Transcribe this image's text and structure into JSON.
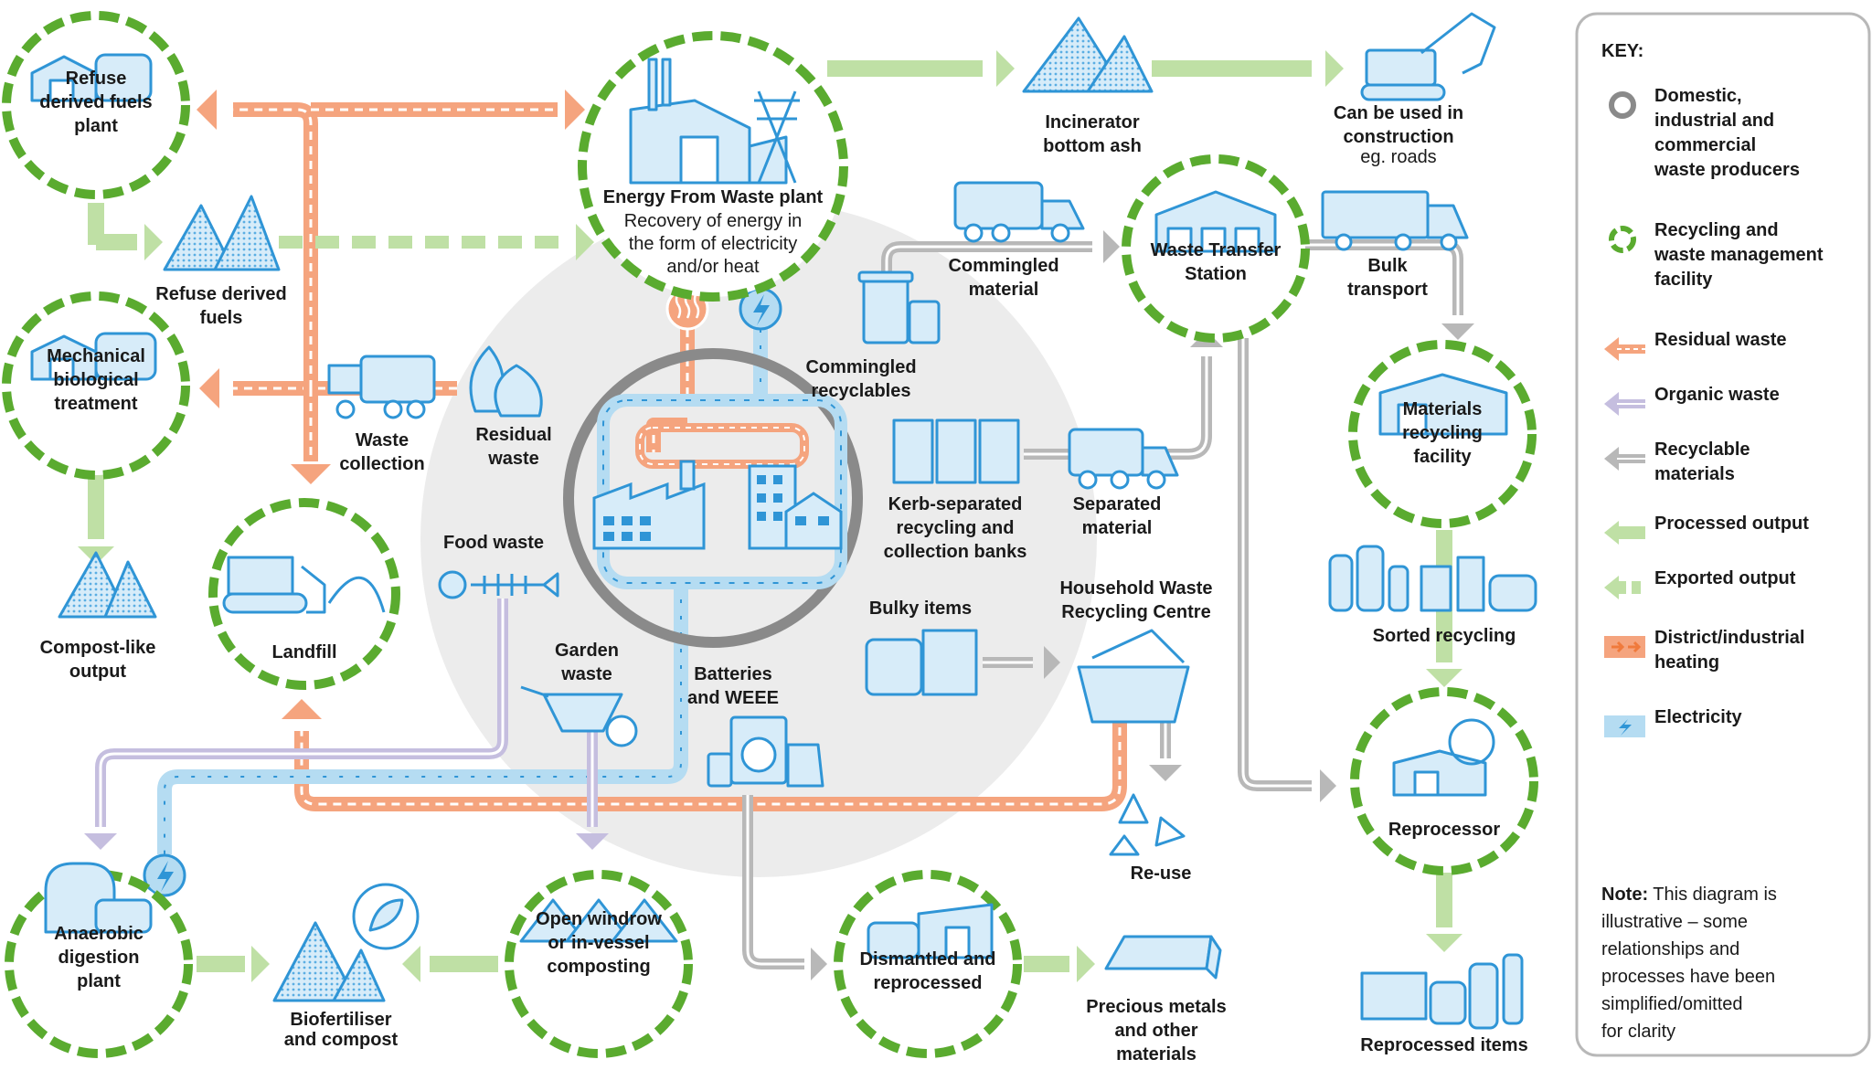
{
  "facilities": {
    "rdf_plant": {
      "lines": [
        "Refuse",
        "derived fuels",
        "plant"
      ]
    },
    "mbt": {
      "lines": [
        "Mechanical",
        "biological",
        "treatment"
      ]
    },
    "landfill": {
      "lines": [
        "Landfill"
      ]
    },
    "efw": {
      "title": "Energy From Waste plant",
      "lines": [
        "Recovery of energy in",
        "the form of electricity",
        "and/or heat"
      ]
    },
    "wts": {
      "lines": [
        "Waste Transfer",
        "Station"
      ]
    },
    "mrf": {
      "lines": [
        "Materials",
        "recycling",
        "facility"
      ]
    },
    "reprocessor": {
      "lines": [
        "Reprocessor"
      ]
    },
    "ad": {
      "lines": [
        "Anaerobic",
        "digestion",
        "plant"
      ]
    },
    "composting": {
      "lines": [
        "Open windrow",
        "or in-vessel",
        "composting"
      ]
    },
    "dismantled": {
      "lines": [
        "Dismantled and",
        "reprocessed"
      ]
    }
  },
  "labels": {
    "rdf": [
      "Refuse derived",
      "fuels"
    ],
    "compost_like": [
      "Compost-like",
      "output"
    ],
    "waste_collection": [
      "Waste",
      "collection"
    ],
    "residual_waste": [
      "Residual",
      "waste"
    ],
    "food_waste": [
      "Food waste"
    ],
    "garden_waste": [
      "Garden",
      "waste"
    ],
    "batteries": [
      "Batteries",
      "and WEEE"
    ],
    "incinerator_ash": [
      "Incinerator",
      "bottom ash"
    ],
    "construction": [
      "Can be used in",
      "construction"
    ],
    "construction_sub": "eg. roads",
    "commingled_material": [
      "Commingled",
      "material"
    ],
    "commingled_recyclables": [
      "Commingled",
      "recyclables"
    ],
    "kerb_separated": [
      "Kerb-separated",
      "recycling and",
      "collection banks"
    ],
    "separated_material": [
      "Separated",
      "material"
    ],
    "bulk_transport": [
      "Bulk",
      "transport"
    ],
    "bulky_items": [
      "Bulky items"
    ],
    "hwrc": [
      "Household Waste",
      "Recycling Centre"
    ],
    "reuse": [
      "Re-use"
    ],
    "sorted_recycling": [
      "Sorted recycling"
    ],
    "reprocessed_items": [
      "Reprocessed items"
    ],
    "biofertiliser": [
      "Biofertiliser",
      "and compost"
    ],
    "precious_metals": [
      "Precious metals",
      "and other",
      "materials"
    ]
  },
  "key": {
    "title": "KEY:",
    "items": [
      {
        "type": "producer",
        "lines": [
          "Domestic,",
          "industrial and",
          "commercial",
          "waste producers"
        ]
      },
      {
        "type": "facility",
        "lines": [
          "Recycling and",
          "waste management",
          "facility"
        ]
      },
      {
        "type": "residual",
        "lines": [
          "Residual waste"
        ]
      },
      {
        "type": "organic",
        "lines": [
          "Organic waste"
        ]
      },
      {
        "type": "recyclable",
        "lines": [
          "Recyclable",
          "materials"
        ]
      },
      {
        "type": "processed",
        "lines": [
          "Processed output"
        ]
      },
      {
        "type": "exported",
        "lines": [
          "Exported output"
        ]
      },
      {
        "type": "heating",
        "lines": [
          "District/industrial",
          "heating"
        ]
      },
      {
        "type": "electricity",
        "lines": [
          "Electricity"
        ]
      }
    ],
    "note_bold": "Note:",
    "note_lines": [
      " This diagram is",
      "illustrative – some",
      "relationships and",
      "processes have been",
      "simplified/omitted",
      "for clarity"
    ]
  },
  "colors": {
    "residual": "#f5a47e",
    "residual_dash": "#ffffff",
    "organic": "#c5bedf",
    "recyclable": "#b8b8b8",
    "processed": "#bfe0a5",
    "electricity": "#b5dcf2",
    "electricity_mark": "#2f95d6",
    "heating_mark": "#f07a3c",
    "facility_ring": "#5aab2f",
    "producer_ring": "#8a8a8a",
    "icon_fill": "#d7ecf9",
    "icon_stroke": "#2f95d6",
    "hub_bg": "#ececec"
  }
}
